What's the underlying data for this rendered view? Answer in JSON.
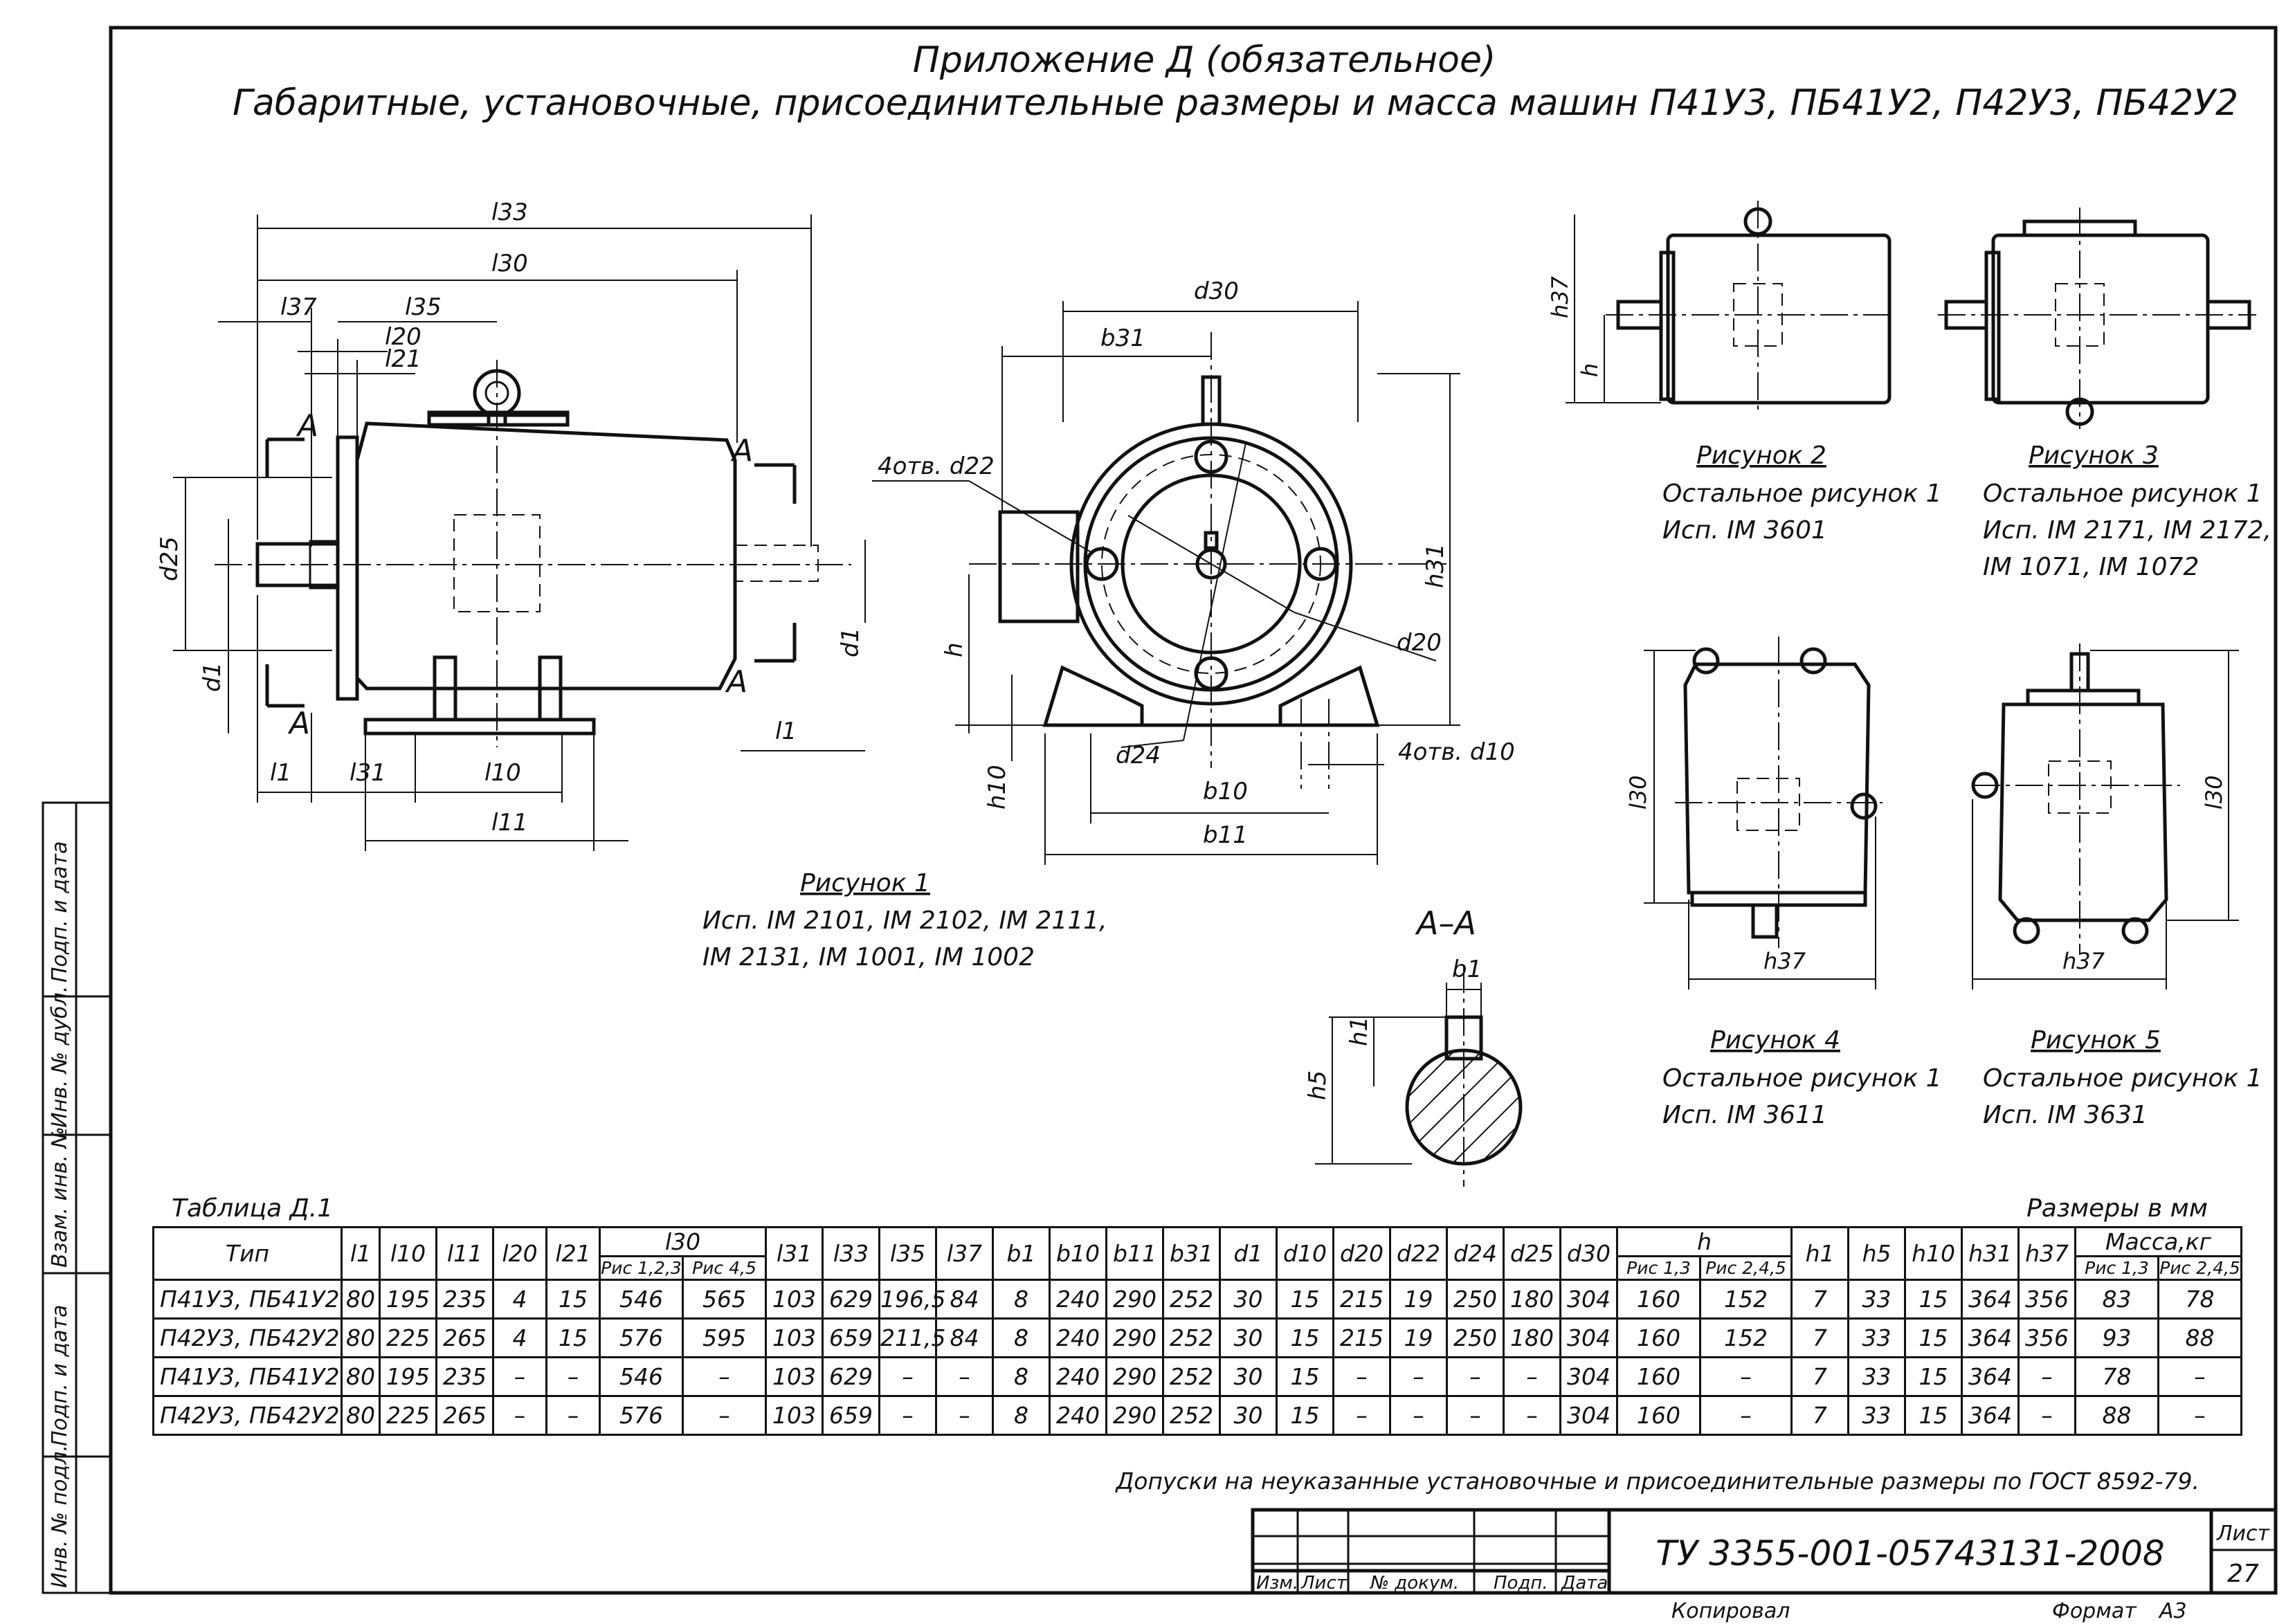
{
  "header": {
    "appendix": "Приложение Д (обязательное)",
    "title": "Габаритные, установочные, присоединительные размеры и масса машин П41У3, ПБ41У2, П42У3, ПБ42У2"
  },
  "figures": {
    "fig1": {
      "caption": "Рисунок 1",
      "line1": "Исп. IM 2101, IM 2102, IM 2111,",
      "line2": "IM 2131, IM 1001, IM 1002"
    },
    "fig2": {
      "caption": "Рисунок 2",
      "line1": "Остальное рисунок 1",
      "line2": "Исп. IM 3601"
    },
    "fig3": {
      "caption": "Рисунок 3",
      "line1": "Остальное рисунок 1",
      "line2": "Исп. IM 2171, IM 2172,",
      "line3": "IM 1071, IM 1072"
    },
    "fig4": {
      "caption": "Рисунок 4",
      "line1": "Остальное рисунок 1",
      "line2": "Исп. IM 3611"
    },
    "fig5": {
      "caption": "Рисунок 5",
      "line1": "Остальное рисунок 1",
      "line2": "Исп. IM 3631"
    },
    "section": "А–А"
  },
  "dims": {
    "l33": "l33",
    "l30": "l30",
    "l37": "l37",
    "l35": "l35",
    "l20": "l20",
    "l21": "l21",
    "d25": "d25",
    "d1": "d1",
    "l1": "l1",
    "l31": "l31",
    "l10": "l10",
    "l11": "l11",
    "A": "А",
    "d30": "d30",
    "b31": "b31",
    "holes_d22": "4отв. d22",
    "h31": "h31",
    "h": "h",
    "d20": "d20",
    "h10": "h10",
    "d24": "d24",
    "b10": "b10",
    "b11": "b11",
    "holes_d10": "4отв.  d10",
    "h37": "h37",
    "b1": "b1",
    "h1": "h1",
    "h5": "h5"
  },
  "table": {
    "caption": "Таблица Д.1",
    "units": "Размеры в мм",
    "columns": [
      "Тип",
      "l1",
      "l10",
      "l11",
      "l20",
      "l21",
      "l30",
      "l31",
      "l33",
      "l35",
      "l37",
      "b1",
      "b10",
      "b11",
      "b31",
      "d1",
      "d10",
      "d20",
      "d22",
      "d24",
      "d25",
      "d30",
      "h",
      "h1",
      "h5",
      "h10",
      "h31",
      "h37",
      "Масса,кг"
    ],
    "sub_columns": {
      "l30": [
        "Рис 1,2,3",
        "Рис 4,5"
      ],
      "h": [
        "Рис 1,3",
        "Рис 2,4,5"
      ],
      "mass": [
        "Рис 1,3",
        "Рис 2,4,5"
      ]
    },
    "rows": [
      [
        "П41У3, ПБ41У2",
        "80",
        "195",
        "235",
        "4",
        "15",
        "546",
        "565",
        "103",
        "629",
        "196,5",
        "84",
        "8",
        "240",
        "290",
        "252",
        "30",
        "15",
        "215",
        "19",
        "250",
        "180",
        "304",
        "160",
        "152",
        "7",
        "33",
        "15",
        "364",
        "356",
        "83",
        "78"
      ],
      [
        "П42У3, ПБ42У2",
        "80",
        "225",
        "265",
        "4",
        "15",
        "576",
        "595",
        "103",
        "659",
        "211,5",
        "84",
        "8",
        "240",
        "290",
        "252",
        "30",
        "15",
        "215",
        "19",
        "250",
        "180",
        "304",
        "160",
        "152",
        "7",
        "33",
        "15",
        "364",
        "356",
        "93",
        "88"
      ],
      [
        "П41У3, ПБ41У2",
        "80",
        "195",
        "235",
        "–",
        "–",
        "546",
        "–",
        "103",
        "629",
        "–",
        "–",
        "8",
        "240",
        "290",
        "252",
        "30",
        "15",
        "–",
        "–",
        "–",
        "–",
        "304",
        "160",
        "–",
        "7",
        "33",
        "15",
        "364",
        "–",
        "78",
        "–"
      ],
      [
        "П42У3, ПБ42У2",
        "80",
        "225",
        "265",
        "–",
        "–",
        "576",
        "–",
        "103",
        "659",
        "–",
        "–",
        "8",
        "240",
        "290",
        "252",
        "30",
        "15",
        "–",
        "–",
        "–",
        "–",
        "304",
        "160",
        "–",
        "7",
        "33",
        "15",
        "364",
        "–",
        "88",
        "–"
      ]
    ]
  },
  "note": "Допуски на неуказанные установочные и присоединительные размеры по ГОСТ 8592-79.",
  "title_block": {
    "doc_number": "ТУ 3355-001-05743131-2008",
    "sheet_label": "Лист",
    "sheet_number": "27",
    "cols": [
      "Изм.",
      "Лист",
      "№ докум.",
      "Подп.",
      "Дата"
    ],
    "copied": "Копировал",
    "format_label": "Формат",
    "format_value": "А3"
  },
  "side_stamp": [
    "Подп. и дата",
    "Инв. № дубл.",
    "Взам. инв. №",
    "Подп. и дата",
    "Инв. № подл."
  ]
}
